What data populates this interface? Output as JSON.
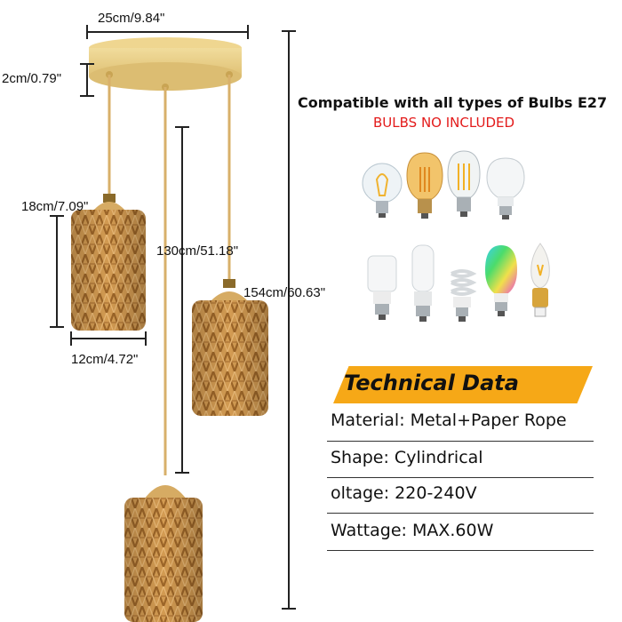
{
  "dimensions": {
    "canopy_width": "25cm/9.84\"",
    "canopy_height": "2cm/0.79\"",
    "shade_height": "18cm/7.09\"",
    "shade_width": "12cm/4.72\"",
    "cord_length": "130cm/51.18\"",
    "total_length": "154cm/60.63\""
  },
  "compatibility": {
    "title": "Compatible with all types of Bulbs E27",
    "note": "BULBS NO INCLUDED"
  },
  "technical": {
    "heading": "Technical Data",
    "specs": [
      "Material: Metal+Paper Rope",
      "Shape: Cylindrical",
      "oltage: 220-240V",
      "Wattage: MAX.60W"
    ]
  },
  "colors": {
    "rattan": "#c8944a",
    "canopy": "#e3c57c",
    "banner": "#f6a817",
    "warning": "#e31b1b"
  },
  "bulbs": [
    "globe-filament-bulb-icon",
    "edison-amber-bulb-icon",
    "st64-filament-bulb-icon",
    "a19-led-bulb-icon",
    "corn-led-bulb-icon",
    "tube-led-bulb-icon",
    "spiral-cfl-bulb-icon",
    "rgb-smart-bulb-icon",
    "candle-gold-bulb-icon"
  ]
}
